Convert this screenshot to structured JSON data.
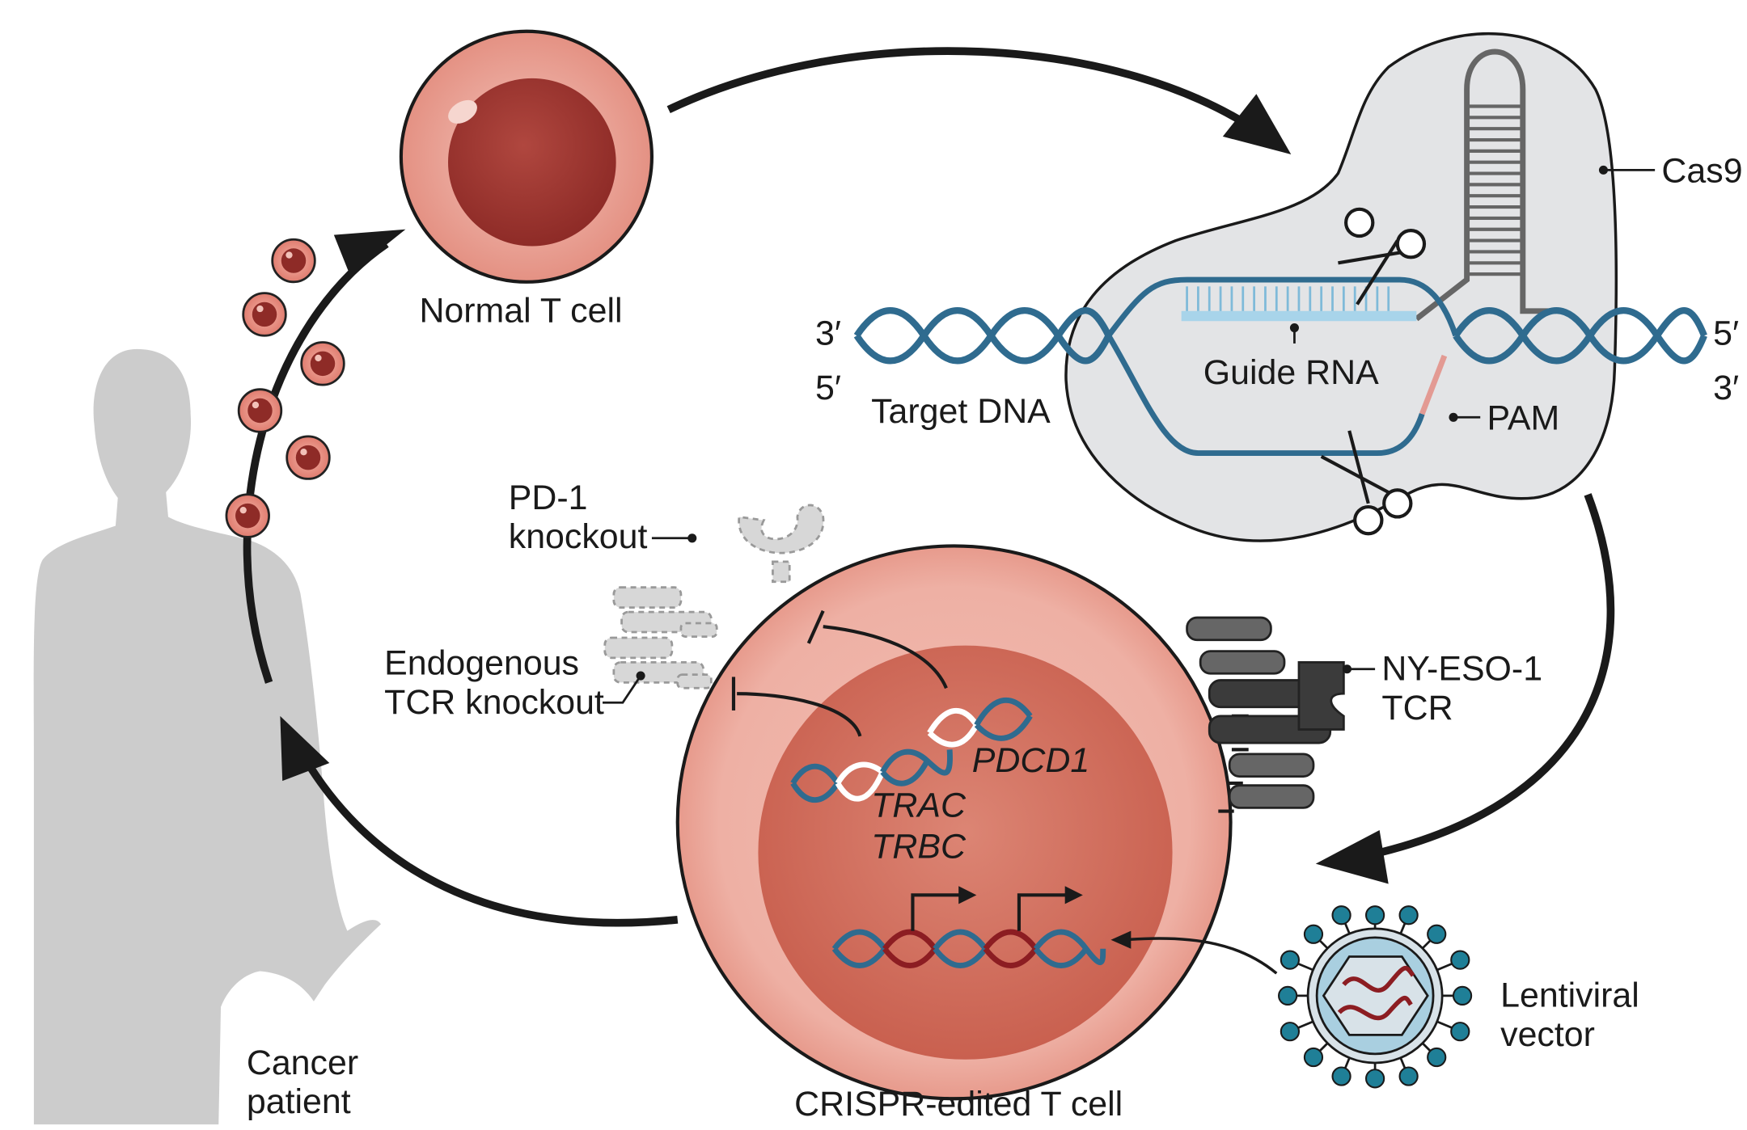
{
  "labels": {
    "normal_t_cell": "Normal T cell",
    "cas9": "Cas9",
    "guide_rna": "Guide RNA",
    "target_dna": "Target DNA",
    "pam": "PAM",
    "three_prime_left": "3′",
    "five_prime_left": "5′",
    "five_prime_right": "5′",
    "three_prime_right": "3′",
    "pd1_line1": "PD-1",
    "pd1_line2": "knockout",
    "tcr_line1": "Endogenous",
    "tcr_line2": "TCR knockout",
    "nyeso_line1": "NY-ESO-1",
    "nyeso_line2": "TCR",
    "pdcd1": "PDCD1",
    "trac": "TRAC",
    "trbc": "TRBC",
    "lentiviral_line1": "Lentiviral",
    "lentiviral_line2": "vector",
    "crispr_cell": "CRISPR-edited T cell",
    "patient_line1": "Cancer",
    "patient_line2": "patient"
  },
  "colors": {
    "dna_blue": "#2f6b8f",
    "cell_pink": "#e9a99c",
    "nucleus_red": "#d2705f",
    "cas9_gray": "#e3e4e6",
    "pam_pink": "#e39a93",
    "guide_rna_blue": "#a8d4ea",
    "virus_teal": "#1f7f97",
    "insert_red": "#8c1d22",
    "human_gray": "#cccccc",
    "arrow_black": "#1a1a1a"
  }
}
